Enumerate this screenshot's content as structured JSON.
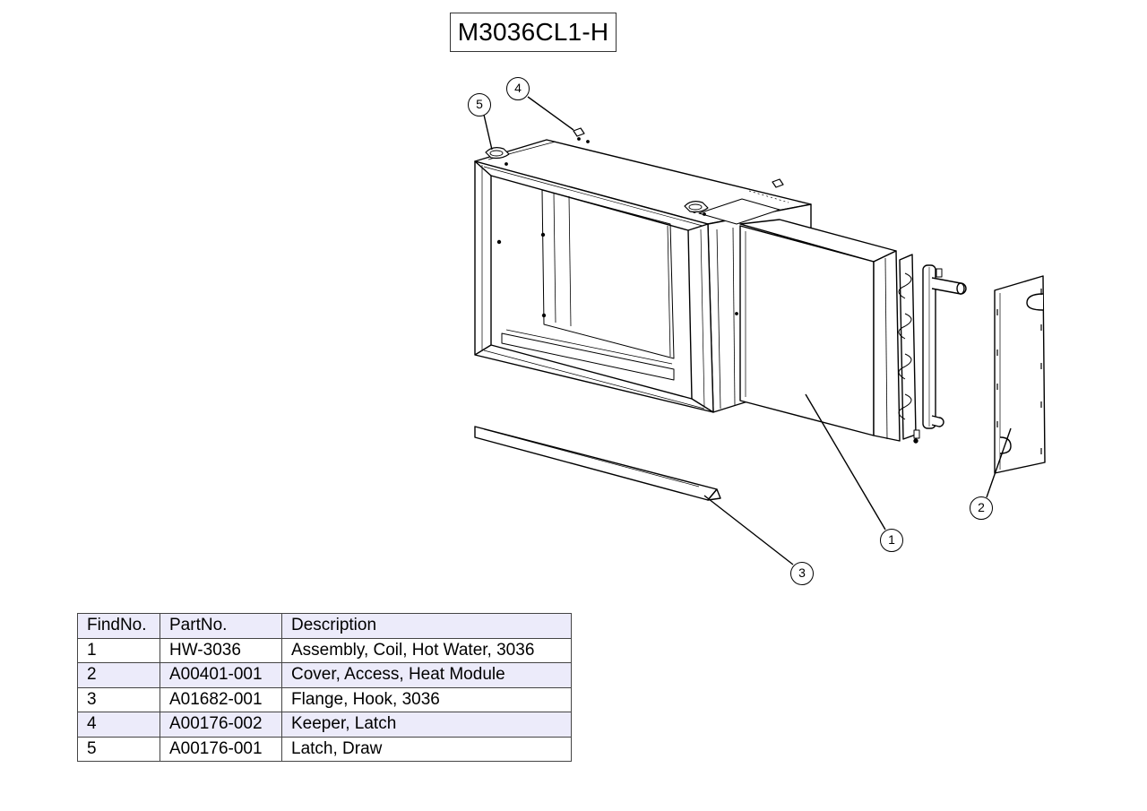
{
  "title": "M3036CL1-H",
  "callouts": [
    "1",
    "2",
    "3",
    "4",
    "5"
  ],
  "table": {
    "headers": [
      "FindNo.",
      "PartNo.",
      "Description"
    ],
    "rows": [
      [
        "1",
        "HW-3036",
        "Assembly, Coil, Hot Water, 3036"
      ],
      [
        "2",
        "A00401-001",
        "Cover, Access, Heat Module"
      ],
      [
        "3",
        "A01682-001",
        "Flange, Hook, 3036"
      ],
      [
        "4",
        "A00176-002",
        "Keeper, Latch"
      ],
      [
        "5",
        "A00176-001",
        "Latch, Draw"
      ]
    ]
  },
  "colors": {
    "table_header_bg": "#ecebfa",
    "table_alt_row_bg": "#ecebfa",
    "line": "#000000"
  }
}
